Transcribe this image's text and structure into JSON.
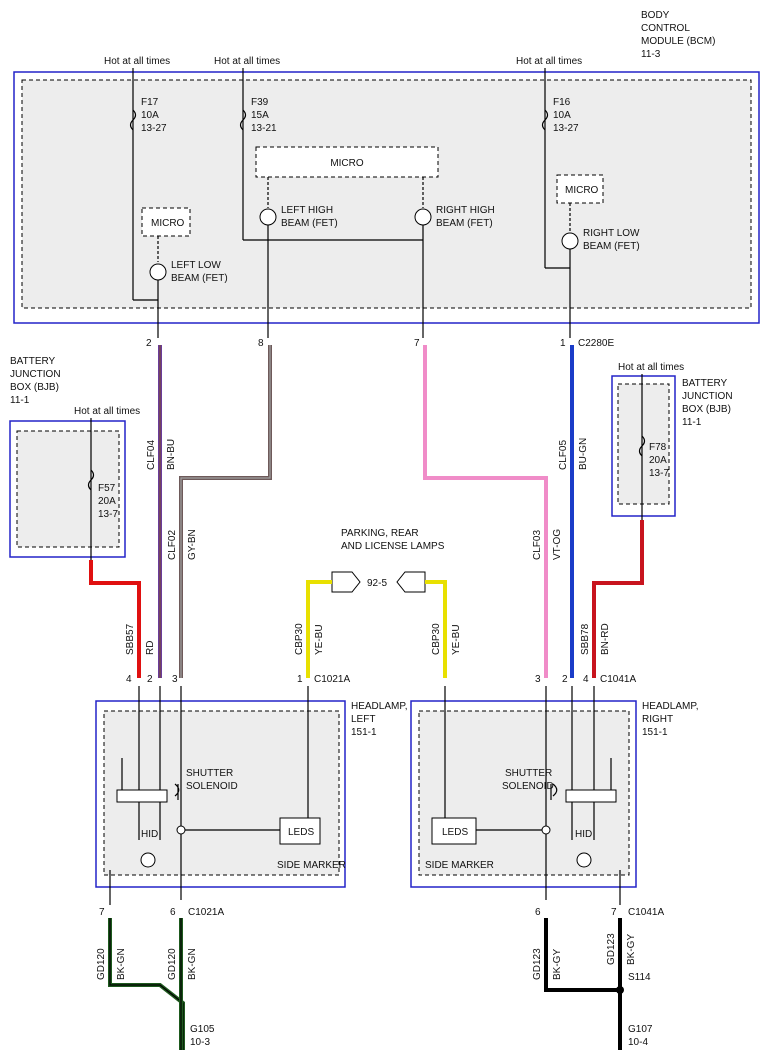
{
  "bcm": {
    "title_lines": [
      "BODY",
      "CONTROL",
      "MODULE (BCM)",
      "11-3"
    ]
  },
  "hot": "Hot at all times",
  "fuses": {
    "f17": [
      "F17",
      "10A",
      "13-27"
    ],
    "f39": [
      "F39",
      "15A",
      "13-21"
    ],
    "f16": [
      "F16",
      "10A",
      "13-27"
    ],
    "f57": [
      "F57",
      "20A",
      "13-7"
    ],
    "f78": [
      "F78",
      "20A",
      "13-7"
    ]
  },
  "micro": "MICRO",
  "fets": {
    "left_low": [
      "LEFT LOW",
      "BEAM (FET)"
    ],
    "left_high": [
      "LEFT HIGH",
      "BEAM (FET)"
    ],
    "right_high": [
      "RIGHT HIGH",
      "BEAM (FET)"
    ],
    "right_low": [
      "RIGHT LOW",
      "BEAM (FET)"
    ]
  },
  "bcm_pins": {
    "p2": "2",
    "p8": "8",
    "p7": "7",
    "p1": "1",
    "connector": "C2280E"
  },
  "bjb_left": {
    "lines": [
      "BATTERY",
      "JUNCTION",
      "BOX (BJB)",
      "11-1"
    ]
  },
  "bjb_right": {
    "lines": [
      "BATTERY",
      "JUNCTION",
      "BOX (BJB)",
      "11-1"
    ]
  },
  "circuits": {
    "clf04": "CLF04",
    "bn_bu": "BN-BU",
    "clf02": "CLF02",
    "gy_bn": "GY-BN",
    "clf03": "CLF03",
    "vt_og": "VT-OG",
    "clf05": "CLF05",
    "bu_gn": "BU-GN",
    "sbb57": "SBB57",
    "rd": "RD",
    "sbb78": "SBB78",
    "bn_rd": "BN-RD",
    "cbp30_l": "CBP30",
    "ye_bu_l": "YE-BU",
    "cbp30_r": "CBP30",
    "ye_bu_r": "YE-BU",
    "gd120_a": "GD120",
    "bk_gn_a": "BK-GN",
    "gd120_b": "GD120",
    "bk_gn_b": "BK-GN",
    "gd123_a": "GD123",
    "bk_gy_a": "BK-GY",
    "gd123_b": "GD123",
    "bk_gy_b": "BK-GY"
  },
  "parking": {
    "lines": [
      "PARKING, REAR",
      "AND LICENSE LAMPS"
    ],
    "ref": "92-5"
  },
  "left_lamp": {
    "lines": [
      "HEADLAMP,",
      "LEFT",
      "151-1"
    ],
    "pins": {
      "p4": "4",
      "p2": "2",
      "p3": "3",
      "p1": "1",
      "connector": "C1021A"
    },
    "shutter": [
      "SHUTTER",
      "SOLENOID"
    ],
    "hid": "HID",
    "leds": "LEDS",
    "side_marker": "SIDE MARKER",
    "bottom_pins": {
      "p7": "7",
      "p6": "6",
      "connector": "C1021A"
    }
  },
  "right_lamp": {
    "lines": [
      "HEADLAMP,",
      "RIGHT",
      "151-1"
    ],
    "pins": {
      "p3": "3",
      "p2": "2",
      "p4": "4",
      "connector": "C1041A"
    },
    "shutter": [
      "SHUTTER",
      "SOLENOID"
    ],
    "hid": "HID",
    "leds": "LEDS",
    "side_marker": "SIDE MARKER",
    "bottom_pins": {
      "p6": "6",
      "p7": "7",
      "connector": "C1041A"
    }
  },
  "grounds": {
    "g105": [
      "G105",
      "10-3"
    ],
    "g107": [
      "G107",
      "10-4"
    ],
    "s114": "S114"
  },
  "colors": {
    "border_blue": "#2323c8",
    "red": "#e01010",
    "pink": "#f08cc8",
    "blue": "#1a3cc8",
    "yellow": "#e8e000",
    "brown_gray": "#6e5a5a",
    "purple": "#6a3c9a",
    "green_dark": "#1e5a1e"
  }
}
